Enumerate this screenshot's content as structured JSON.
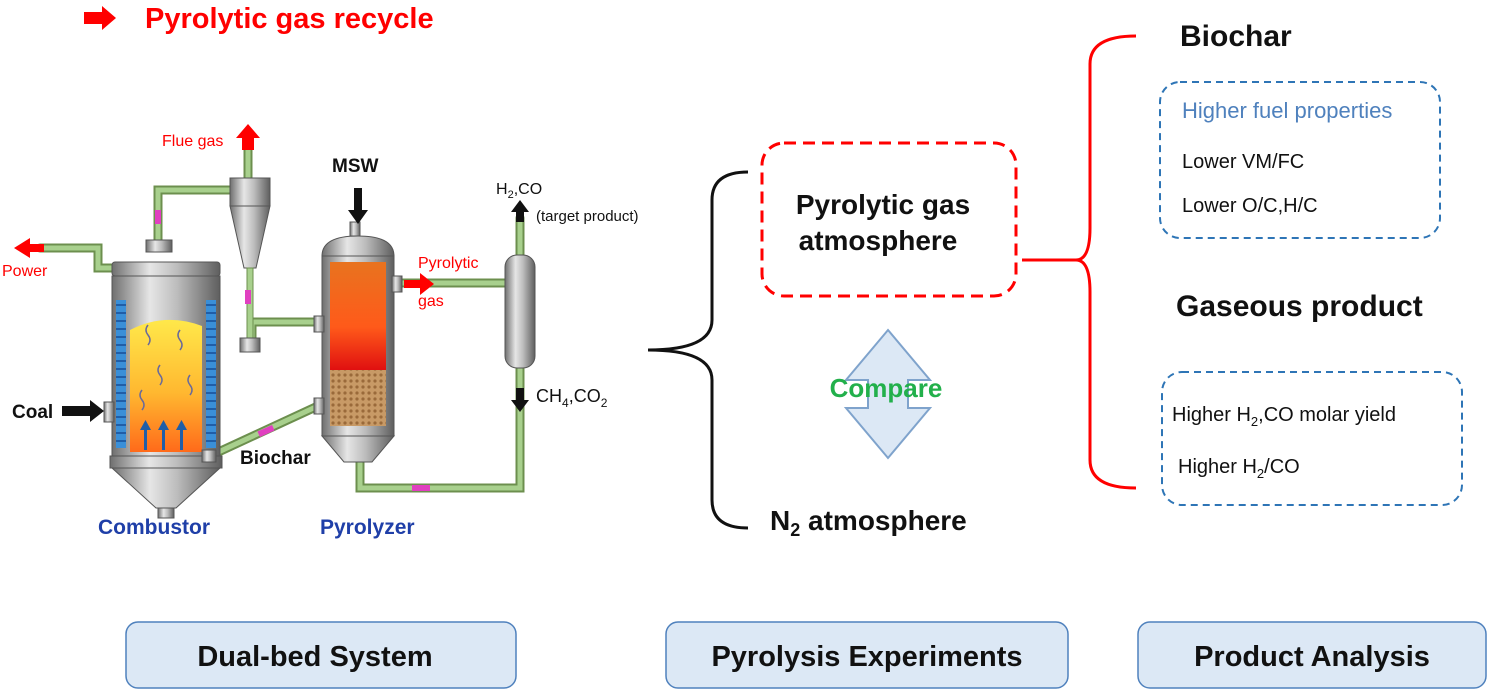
{
  "header": {
    "recycle_label": "Pyrolytic gas recycle"
  },
  "system": {
    "flue_gas": "Flue gas",
    "power": "Power",
    "msw": "MSW",
    "h2co_h": "H",
    "h2co_sub": "2",
    "h2co_rest": ",CO",
    "target_product": "(target product)",
    "pyrolytic_gas_1": "Pyrolytic",
    "pyrolytic_gas_2": "gas",
    "ch4_a": "CH",
    "ch4_sub1": "4",
    "ch4_b": ",CO",
    "ch4_sub2": "2",
    "coal": "Coal",
    "biochar": "Biochar",
    "combustor": "Combustor",
    "pyrolyzer": "Pyrolyzer"
  },
  "experiments": {
    "pyrolytic_line1": "Pyrolytic gas",
    "pyrolytic_line2": "atmosphere",
    "compare": "Compare",
    "n2_a": "N",
    "n2_sub": "2",
    "n2_b": " atmosphere"
  },
  "analysis": {
    "biochar_title": "Biochar",
    "biochar_items": [
      "Higher fuel properties",
      "Lower VM/FC",
      "Lower O/C,H/C"
    ],
    "gas_title": "Gaseous product",
    "gas_item1_a": "Higher H",
    "gas_item1_sub": "2",
    "gas_item1_b": ",CO molar yield",
    "gas_item2_a": "Higher H",
    "gas_item2_sub": "2",
    "gas_item2_b": "/CO"
  },
  "footer": {
    "dual_bed": "Dual-bed System",
    "pyrolysis_experiments": "Pyrolysis Experiments",
    "product_analysis": "Product Analysis"
  },
  "colors": {
    "red": "#ff0000",
    "blue_text": "#1f3fa8",
    "green": "#22b04b",
    "pipe": "#a8d08d",
    "box_fill": "#dce8f5"
  }
}
